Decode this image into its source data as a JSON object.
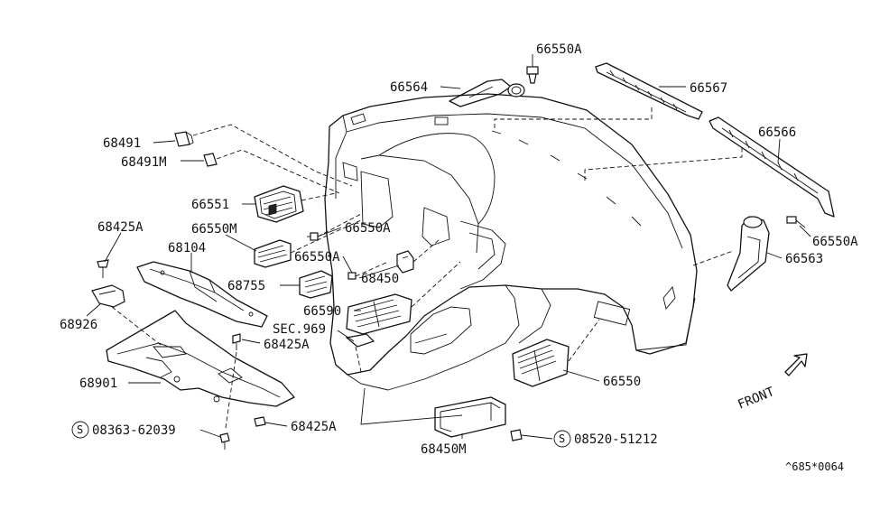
{
  "labels": {
    "p66550A_top": "66550A",
    "p66564": "66564",
    "p66567": "66567",
    "p68491": "68491",
    "p68491M": "68491M",
    "p66566": "66566",
    "p66551": "66551",
    "p66550M": "66550M",
    "p66550A_mid": "66550A",
    "p68425A_left": "68425A",
    "p66550A_b": "66550A",
    "p68104": "68104",
    "p68450": "68450",
    "p66550A_right": "66550A",
    "p66563": "66563",
    "p68755": "68755",
    "p66590": "66590",
    "p68926": "68926",
    "sec969": "SEC.969",
    "p68425A_mid": "68425A",
    "p66550": "66550",
    "p68901": "68901",
    "front": "FRONT",
    "p08363": "08363-62039",
    "p68425A_low": "68425A",
    "p68450M": "68450M",
    "p08520": "08520-51212",
    "catalog": "^685*0064"
  },
  "icons": {
    "screw_symbol": "S",
    "front_arrow": "front-arrow-icon"
  }
}
